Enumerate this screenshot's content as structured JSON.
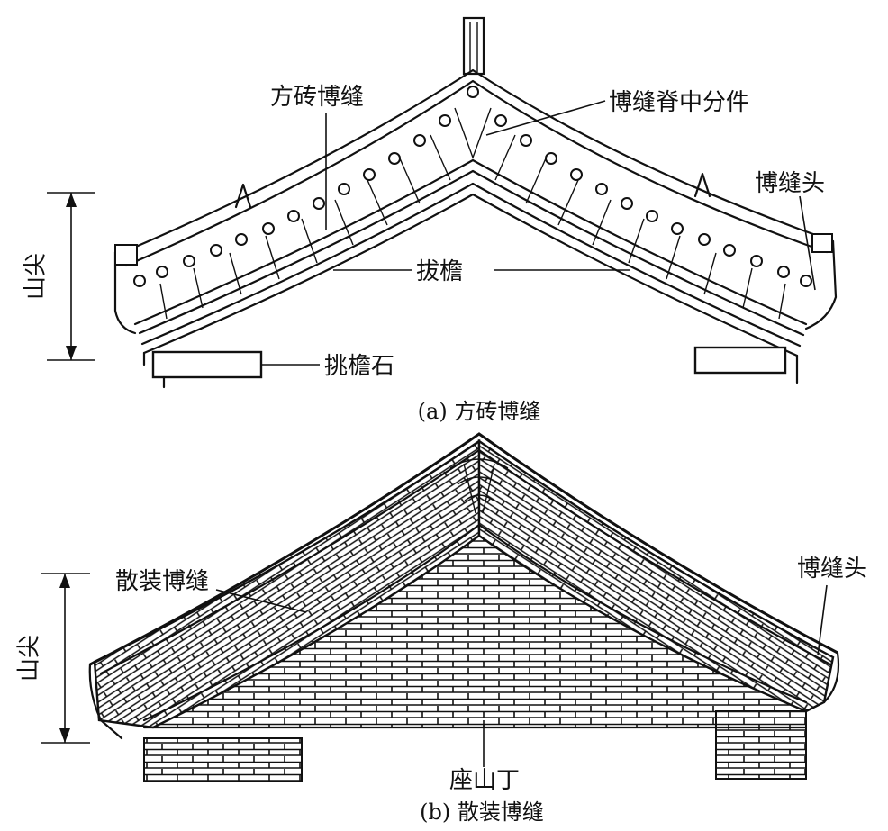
{
  "figure_a": {
    "caption": "(a) 方砖博缝",
    "labels": {
      "fangzhuan_bofeng": "方砖博缝",
      "bofeng_jizhong": "博缝脊中分件",
      "bofeng_tou": "博缝头",
      "ba_yan": "拔檐",
      "tiao_yan_shi": "挑檐石",
      "shan_jian": "山尖"
    }
  },
  "figure_b": {
    "caption": "(b) 散装博缝",
    "labels": {
      "sanzhuang_bofeng": "散装博缝",
      "bofeng_tou": "博缝头",
      "zuo_shan_ding": "座山丁",
      "shan_jian": "山尖"
    }
  }
}
